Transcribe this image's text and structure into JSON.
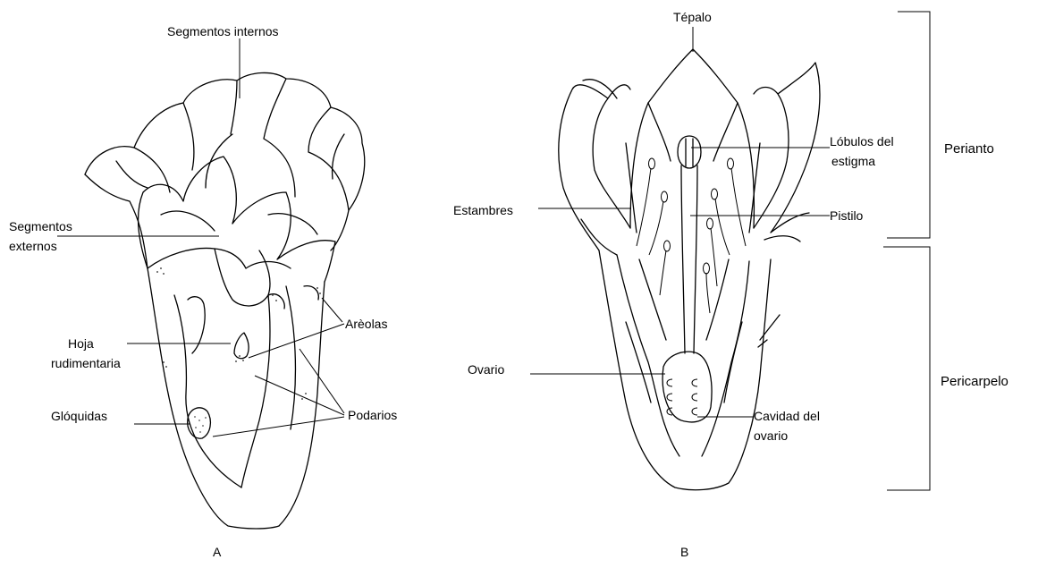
{
  "figure_a": {
    "letter": "A",
    "labels": {
      "segmentos_internos": "Segmentos internos",
      "segmentos_externos_1": "Segmentos",
      "segmentos_externos_2": "externos",
      "hoja_1": "Hoja",
      "hoja_2": "rudimentaria",
      "areolas": "Arèolas",
      "podarios": "Podarios",
      "gloquidas": "Glóquidas"
    }
  },
  "figure_b": {
    "letter": "B",
    "labels": {
      "tepalo": "Tépalo",
      "lobulos_1": "Lóbulos del",
      "lobulos_2": "estigma",
      "estambres": "Estambres",
      "pistilo": "Pistilo",
      "ovario": "Ovario",
      "cavidad_1": "Cavidad del",
      "cavidad_2": "ovario"
    },
    "regions": {
      "perianto": "Perianto",
      "pericarpelo": "Pericarpelo"
    }
  }
}
